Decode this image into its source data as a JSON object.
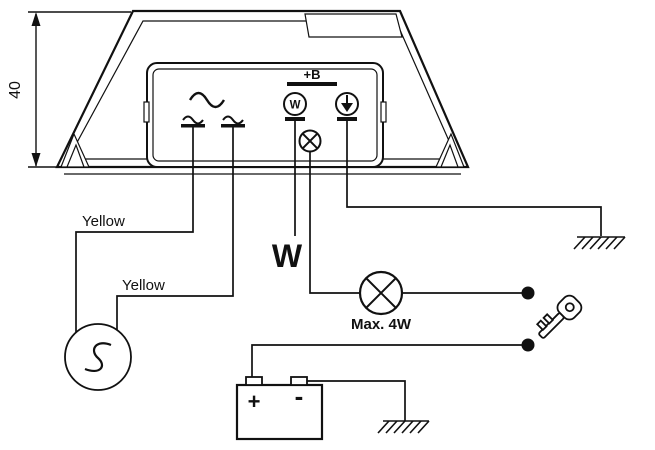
{
  "colors": {
    "line": "#111111",
    "background": "#ffffff"
  },
  "labels": {
    "dimension": "40",
    "yellow_wire_1": "Yellow",
    "yellow_wire_2": "Yellow",
    "terminal_b": "+B",
    "terminal_w": "W",
    "wire_w": "W",
    "lamp_rating": "Max. 4W",
    "battery_positive": "+",
    "battery_negative": "-"
  },
  "icons": {
    "ac_wave": "sine-wave glyph",
    "ac_source": "circle with S-curve (generator)",
    "indicator_lamp_terminal": "circle with X cross",
    "diode_arrow_terminal": "circle with down arrow",
    "lamp": "circle with X cross",
    "ground": "hatched earth symbol",
    "key": "ignition key",
    "battery": "battery box with + and - terminals",
    "switch_contact": "filled dot"
  }
}
